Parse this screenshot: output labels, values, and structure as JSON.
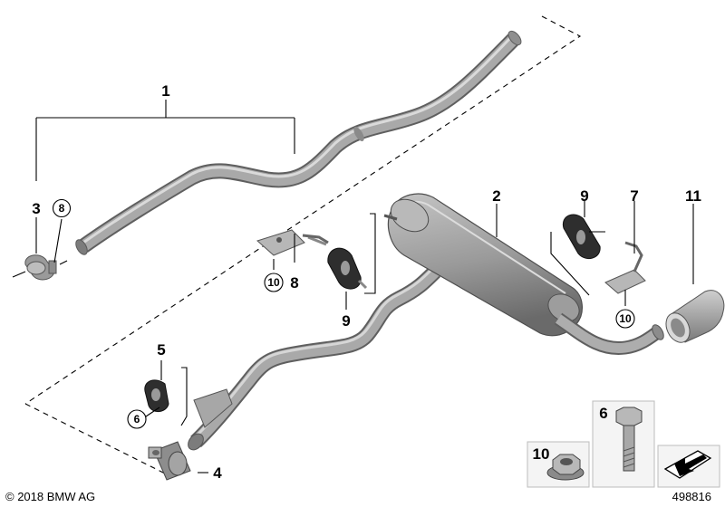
{
  "callouts": {
    "c1": "1",
    "c2": "2",
    "c3": "3",
    "c4": "4",
    "c5": "5",
    "c6_circled": "6",
    "c7": "7",
    "c8_circled": "8",
    "c8": "8",
    "c9_upper": "9",
    "c9_lower": "9",
    "c10_circled_left": "10",
    "c10_circled_right": "10",
    "c11": "11"
  },
  "legend": {
    "nut_number": "10",
    "bolt_number": "6"
  },
  "footer": {
    "copyright": "© 2018 BMW AG",
    "diagram_number": "498816"
  },
  "colors": {
    "part_fill": "#a3a3a3",
    "part_dark": "#6a6a6a",
    "part_light": "#d2d2d2",
    "line": "#000000",
    "legend_box": "#f2f2f2"
  },
  "icons": {
    "corner_icon": "arrow-down-left-icon"
  }
}
